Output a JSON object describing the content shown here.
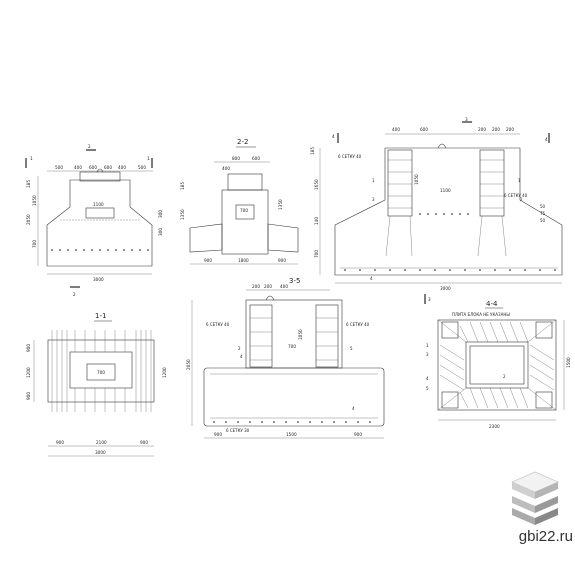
{
  "views": {
    "v_front": {
      "cut_mark_left": "1",
      "cut_mark_right": "1",
      "cut_mark_top": "2",
      "cut_mark_bottom": "2",
      "dims_top": [
        "500",
        "400",
        "600",
        "600",
        "400",
        "500"
      ],
      "dims_left": [
        "185",
        "1050",
        "2050",
        "700",
        "300",
        "300"
      ],
      "dim_center": "1100",
      "dim_overall": "3000"
    },
    "v_22": {
      "caption": "2-2",
      "dims_top": [
        "800",
        "400",
        "600"
      ],
      "dims_left": [
        "185",
        "1350"
      ],
      "dims_right": [
        "1350"
      ],
      "dim_inner": "700",
      "dims_bottom": [
        "900",
        "1800",
        "900"
      ]
    },
    "v_33": {
      "cut_mark_left": "4",
      "cut_mark_top": "3",
      "cut_mark_right": "4",
      "dims_top": [
        "400",
        "600",
        "200",
        "200",
        "200"
      ],
      "dims_left": [
        "185",
        "1650",
        "140",
        "700"
      ],
      "dim_inner": "1100",
      "dim_inner2": "1050",
      "dim_overall": "3000",
      "note_left": "6 СЕТКУ 40",
      "note_right": "6 СЕТКУ 40",
      "leader_labels": [
        "1",
        "3",
        "4",
        "1",
        "2"
      ],
      "small_dims": [
        "50",
        "75",
        "50"
      ]
    },
    "v_11": {
      "caption": "1-1",
      "dims_left": [
        "900",
        "1200",
        "900"
      ],
      "dim_right": "1200",
      "dim_center": "700",
      "dims_bottom": [
        "900",
        "2100",
        "900"
      ],
      "dim_overall": "3000"
    },
    "v_35": {
      "caption": "3-5",
      "dims_top": [
        "200",
        "200",
        "400"
      ],
      "dim_left": "2050",
      "dim_inner": "700",
      "dim_inner2": "1050",
      "note_left": "6 СЕТКУ 40",
      "note_right": "6 СЕТКУ 40",
      "note_bottom": "6 СЕТКУ 30",
      "leader_labels": [
        "2",
        "4",
        "5",
        "4"
      ],
      "dims_bottom": [
        "900",
        "1500",
        "900"
      ]
    },
    "v_44": {
      "caption": "4-4",
      "cut_mark": "3",
      "note_top": "ПЛИТА БЛОКА НЕ УКАЗАНЫ",
      "leader_labels": [
        "1",
        "3",
        "4",
        "5",
        "2"
      ],
      "dim_right": "1500",
      "dim_overall": "2300"
    }
  },
  "watermark": {
    "text": "gbi22.ru"
  }
}
